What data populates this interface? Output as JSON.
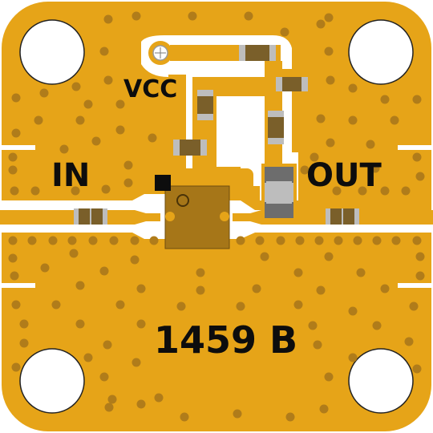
{
  "board": {
    "labels": {
      "vcc": "VCC",
      "in": "IN",
      "out": "OUT",
      "part_number": "1459 B"
    },
    "colors": {
      "gold": "#E6A418",
      "via": "#B07C1A",
      "substrate": "#FFFFFF",
      "silkscreen": "#0D0D0D",
      "ic_body": "#A67618",
      "component_body": "#7A5F2A",
      "component_end": "#BDBDBD"
    }
  }
}
